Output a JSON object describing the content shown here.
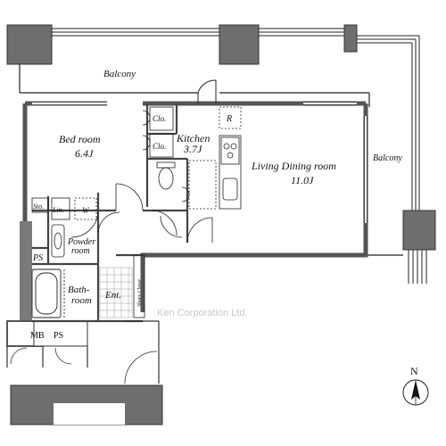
{
  "rooms": {
    "balcony_top": "Balcony",
    "balcony_right": "Balcony",
    "bedroom_name": "Bed room",
    "bedroom_size": "6.4J",
    "closet_1": "Clo.",
    "closet_2": "Clo.",
    "kitchen_name": "Kitchen",
    "kitchen_size": "3.7J",
    "fridge": "R",
    "living_name": "Living Dining room",
    "living_size": "11.0J",
    "storage": "Sto.",
    "linen": "Lin.",
    "washer": "W",
    "powder_1": "Powder",
    "powder_2": "room",
    "ps_1": "PS",
    "bath_1": "Bath-",
    "bath_2": "room",
    "entrance": "Ent.",
    "shoes_closet": "Shoes Closet",
    "meter_box": "MB",
    "ps_2": "PS"
  },
  "watermark": "Ken Corporation Ltd.",
  "compass": "N"
}
